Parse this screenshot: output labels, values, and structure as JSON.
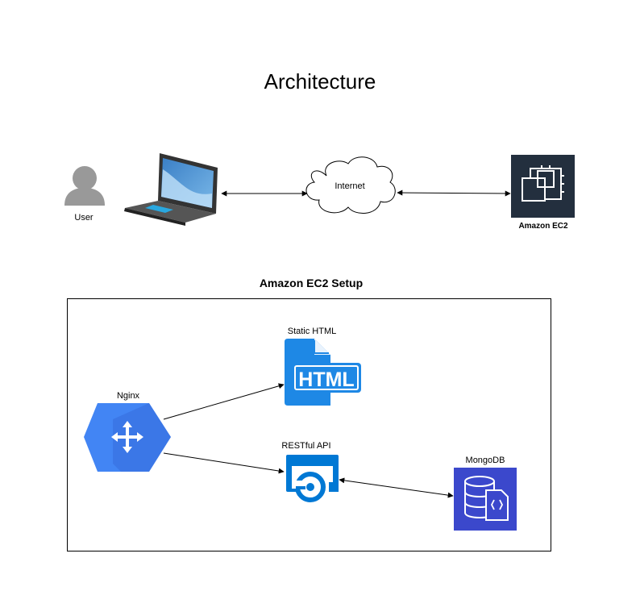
{
  "title": "Architecture",
  "top_row": {
    "user_label": "User",
    "internet_label": "Internet",
    "ec2_label": "Amazon EC2"
  },
  "setup": {
    "title": "Amazon EC2 Setup",
    "nginx_label": "Nginx",
    "static_html_label": "Static HTML",
    "html_icon_text": "HTML",
    "restful_label": "RESTful API",
    "mongodb_label": "MongoDB"
  },
  "colors": {
    "ec2_bg": "#232f3e",
    "nginx_blue": "#4285f4",
    "html_blue": "#1e88e5",
    "api_blue": "#0078d4",
    "mongodb_blue": "#3b48cc"
  },
  "icons": [
    "user-icon",
    "laptop-icon",
    "internet-cloud-icon",
    "ec2-icon",
    "nginx-icon",
    "html-file-icon",
    "restful-api-icon",
    "mongodb-icon"
  ]
}
